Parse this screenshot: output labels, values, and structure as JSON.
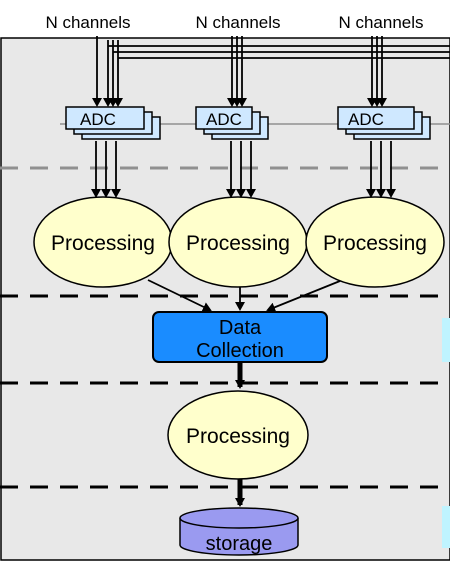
{
  "channel_labels": [
    "N channels",
    "N channels",
    "N channels"
  ],
  "adc_labels": [
    "ADC",
    "ADC",
    "ADC"
  ],
  "processing_labels": [
    "Processing",
    "Processing",
    "Processing"
  ],
  "data_collection": {
    "line1": "Data",
    "line2": "Collection"
  },
  "second_processing_label": "Processing",
  "storage_label": "storage",
  "colors": {
    "background": "#e8e8e8",
    "adc_fill": "#cfe8ff",
    "processing_fill": "#ffffcc",
    "data_collection_fill": "#1a8cff",
    "storage_fill": "#9a9af0",
    "divider_gray": "#909090",
    "side_accent": "#bff4ff"
  }
}
